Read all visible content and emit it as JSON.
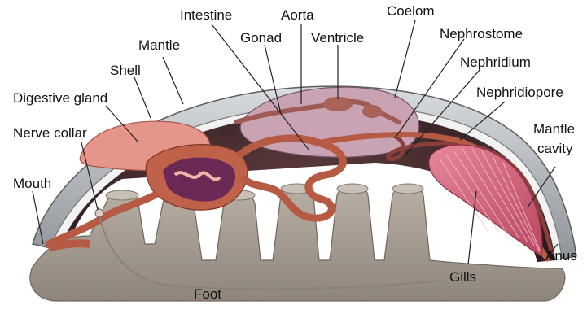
{
  "labels": {
    "intestine": "Intestine",
    "aorta": "Aorta",
    "coelom": "Coelom",
    "gonad": "Gonad",
    "ventricle": "Ventricle",
    "nephrostome": "Nephrostome",
    "mantle": "Mantle",
    "nephridium": "Nephridium",
    "shell": "Shell",
    "nephridiopore": "Nephridiopore",
    "digestive_gland": "Digestive gland",
    "mantle_cavity_line1": "Mantle",
    "mantle_cavity_line2": "cavity",
    "nerve_collar": "Nerve collar",
    "mouth": "Mouth",
    "anus": "Anus",
    "gills": "Gills",
    "foot": "Foot"
  },
  "colors": {
    "shell": "#b9bcc0",
    "mantle_cavity": "#3a2426",
    "foot": "#a9a096",
    "gut": "#b65a44",
    "gonad": "#c9a3b4",
    "gills": "#d9697d",
    "digestive_gland": "#e6958a"
  }
}
